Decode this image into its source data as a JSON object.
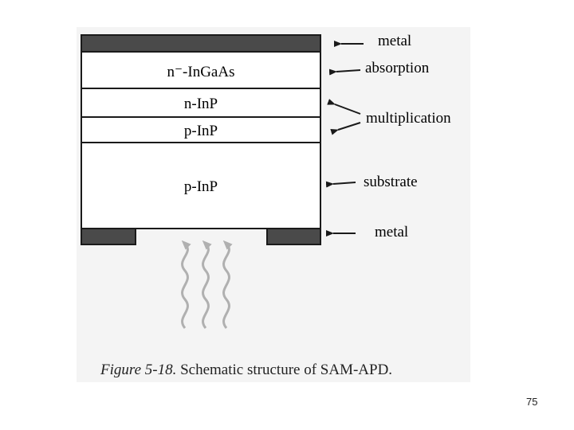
{
  "diagram": {
    "layers": [
      {
        "id": "top-metal",
        "label": ""
      },
      {
        "id": "absorption",
        "label": "n⁻-InGaAs"
      },
      {
        "id": "multiplication-n",
        "label": "n-InP"
      },
      {
        "id": "multiplication-p",
        "label": "p-InP"
      },
      {
        "id": "substrate",
        "label": "p-InP"
      }
    ],
    "annotations": {
      "top_metal": "metal",
      "absorption": "absorption",
      "multiplication": "multiplication",
      "substrate": "substrate",
      "bottom_metal": "metal"
    },
    "incident_light": "wavy-arrows-icon"
  },
  "caption": {
    "figure_label": "Figure 5-18.",
    "text": " Schematic structure of SAM-APD."
  },
  "page_number": "75",
  "colors": {
    "metal": "#4a4a4a",
    "outline": "#1a1a1a",
    "light_arrows": "#b0b0b0"
  }
}
